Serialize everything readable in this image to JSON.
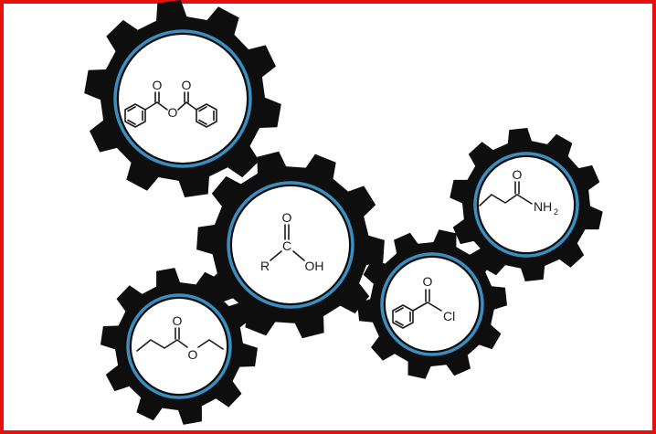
{
  "colors": {
    "frame_border": "#e8100f",
    "gear_body": "#0e0e0f",
    "gear_ring": "#3b8fc0",
    "gear_face": "#ffffff"
  },
  "molecules": {
    "anhydride": {
      "atoms": [
        "O",
        "O",
        "O"
      ]
    },
    "carboxylic_acid": {
      "atoms": [
        "O",
        "C",
        "R",
        "OH"
      ]
    },
    "amide": {
      "atoms": [
        "O",
        "NH",
        "2"
      ]
    },
    "acyl_chloride": {
      "atoms": [
        "O",
        "Cl"
      ]
    },
    "ester": {
      "atoms": [
        "O",
        "O"
      ]
    }
  }
}
